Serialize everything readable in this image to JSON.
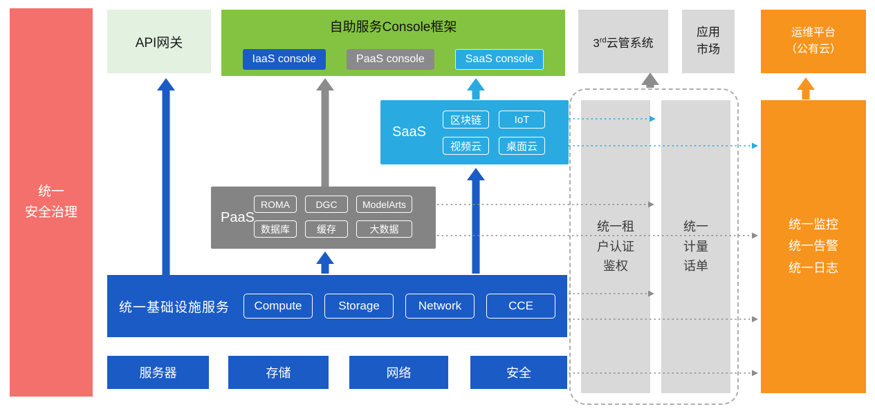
{
  "diagram": {
    "security_bar": "统一\n安全治理",
    "api_gateway": "API网关",
    "console": {
      "title": "自助服务Console框架",
      "iaas_btn": "IaaS console",
      "paas_btn": "PaaS console",
      "saas_btn": "SaaS console"
    },
    "third_cloud": {
      "num": "3",
      "sup": "rd",
      "rest": "云管系统"
    },
    "app_market": "应用\n市场",
    "ops_platform": "运维平台\n（公有云）",
    "saas": {
      "label": "SaaS",
      "chips": [
        "区块链",
        "IoT",
        "视频云",
        "桌面云"
      ]
    },
    "paas": {
      "label": "PaaS",
      "chips": [
        "ROMA",
        "DGC",
        "ModelArts",
        "数据库",
        "缓存",
        "大数据"
      ]
    },
    "iaas": {
      "label": "统一基础设施服务",
      "chips": [
        "Compute",
        "Storage",
        "Network",
        "CCE"
      ]
    },
    "hardware": [
      "服务器",
      "存储",
      "网络",
      "安全"
    ],
    "auth_bar": "统一租\n户认证\n鉴权",
    "metering_bar": "统一\n计量\n话单",
    "monitor_bar": "统一监控\n统一告警\n统一日志",
    "colors": {
      "red": "#F4706C",
      "light_green": "#E3F1E0",
      "green": "#84C341",
      "blue": "#1A5BC5",
      "gray": "#8C8C8C",
      "light_gray": "#D9D9D9",
      "cyan": "#29ABE2",
      "orange": "#F7941D"
    }
  }
}
